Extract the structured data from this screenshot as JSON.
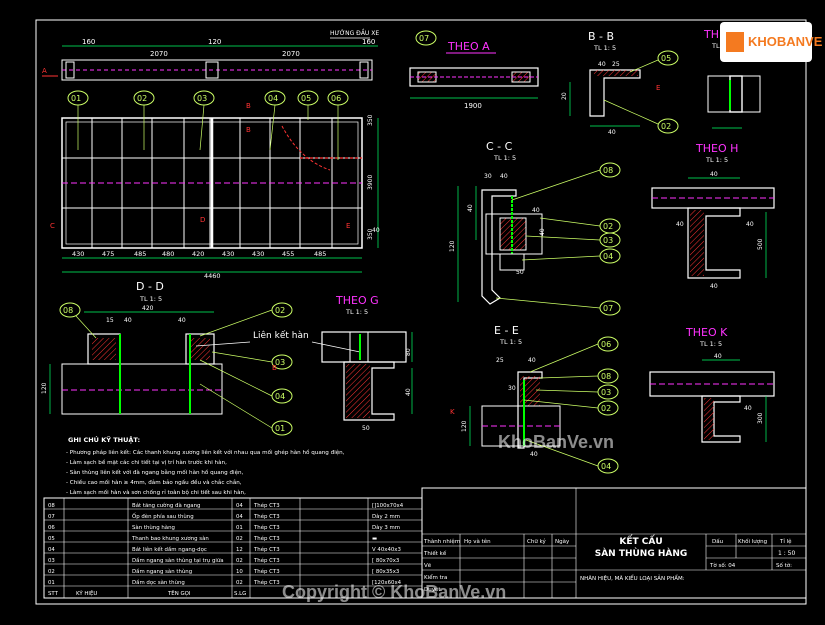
{
  "colors": {
    "bg": "#000000",
    "frame": "#ffffff",
    "beam": "#ffffff",
    "dim": "#00ff66",
    "bubble": "#ccff66",
    "hatch": "#ff3333",
    "magenta": "#ff33ff",
    "yellow": "#ffff00",
    "weld": "#00ff00"
  },
  "views": {
    "theo_a": {
      "title": "THEO A",
      "bubble": "07",
      "dim": "1900"
    },
    "b_b": {
      "title": "B - B",
      "scale": "TL 1: 5",
      "labels": [
        "05",
        "02"
      ],
      "dims": [
        "40",
        "25",
        "20",
        "40"
      ]
    },
    "theo_e": {
      "title": "THEO E",
      "scale": "TL 1: 5"
    },
    "c_c": {
      "title": "C - C",
      "scale": "TL 1: 5",
      "labels": [
        "08",
        "02",
        "03",
        "04",
        "07"
      ],
      "dims": [
        "30",
        "120",
        "40",
        "40",
        "50",
        "40",
        "40"
      ]
    },
    "theo_h": {
      "title": "THEO H",
      "scale": "TL 1: 5",
      "dims": [
        "40",
        "40",
        "40",
        "40",
        "500"
      ]
    },
    "d_d": {
      "title": "D - D",
      "scale": "TL 1: 5",
      "labels": [
        "08",
        "02",
        "03",
        "04",
        "01"
      ],
      "dims": [
        "420",
        "15",
        "40",
        "40",
        "120"
      ]
    },
    "theo_g": {
      "title": "THEO G",
      "scale": "TL 1: 5",
      "dims": [
        "80",
        "40",
        "50"
      ]
    },
    "e_e": {
      "title": "E - E",
      "scale": "TL 1: 5",
      "labels": [
        "06",
        "08",
        "03",
        "02",
        "04"
      ],
      "dims": [
        "25",
        "40",
        "30",
        "120",
        "40"
      ]
    },
    "theo_k": {
      "title": "THEO K",
      "scale": "TL 1: 5",
      "dims": [
        "40",
        "40",
        "300"
      ]
    }
  },
  "plan": {
    "top_dims": [
      "160",
      "2070",
      "120",
      "2070",
      "160"
    ],
    "direction": "HƯỚNG ĐẦU XE",
    "bubbles": [
      "01",
      "02",
      "03",
      "04",
      "05",
      "06"
    ],
    "bottom_dims": [
      "430",
      "475",
      "485",
      "480",
      "420",
      "430",
      "430",
      "455",
      "485"
    ],
    "total": "4460",
    "right_dims": [
      "350",
      "3900",
      "350",
      "40"
    ],
    "section_marks": [
      "A",
      "B",
      "B",
      "C",
      "D",
      "E"
    ]
  },
  "weld_label": "Liên kết hàn",
  "notes": {
    "title": "GHI CHÚ KỸ THUẬT:",
    "lines": [
      "- Phương pháp liên kết: Các thanh khung xương liên kết với nhau qua mối ghép hàn hồ quang điện,",
      "- Làm sạch bề mặt các chi tiết tại vị trí hàn trước khi hàn,",
      "- Sàn thùng liên kết với đà ngang bằng mối hàn hồ quang điện,",
      "- Chiều cao mối hàn ≥ 4mm, đảm bảo ngấu đều và chắc chắn,",
      "- Làm sạch mối hàn và sơn chống rỉ toàn bộ chi tiết sau khi hàn,"
    ]
  },
  "parts_table": {
    "header": [
      "STT",
      "KÝ HIỆU",
      "TÊN GỌI",
      "S.LG",
      "",
      "",
      ""
    ],
    "rows": [
      [
        "08",
        "",
        "Bát tăng cường đà ngang",
        "04",
        "Thép CT3",
        "",
        "[]100x70x4"
      ],
      [
        "07",
        "",
        "Ốp đèn phía sau thùng",
        "04",
        "Thép CT3",
        "",
        "Dày 2 mm"
      ],
      [
        "06",
        "",
        "Sàn thùng hàng",
        "01",
        "Thép CT3",
        "",
        "Dày 3 mm"
      ],
      [
        "05",
        "",
        "Thanh bao khung xương sàn",
        "02",
        "Thép CT3",
        "",
        "▬"
      ],
      [
        "04",
        "",
        "Bát liên kết dầm ngang-dọc",
        "12",
        "Thép CT3",
        "",
        "V 40x40x3"
      ],
      [
        "03",
        "",
        "Dầm ngang sàn thùng tại trụ giữa",
        "02",
        "Thép CT3",
        "",
        "[ 80x70x3"
      ],
      [
        "02",
        "",
        "Dầm ngang sàn thùng",
        "10",
        "Thép CT3",
        "",
        "[ 80x35x3"
      ],
      [
        "01",
        "",
        "Dầm dọc sàn thùng",
        "02",
        "Thép CT3",
        "",
        "[120x60x4"
      ]
    ]
  },
  "title_block": {
    "roles": [
      "Thành nhiệm",
      "Thiết kế",
      "Vẽ",
      "Kiểm tra",
      "Duyệt"
    ],
    "cols": [
      "Họ và tên",
      "Chữ ký",
      "Ngày"
    ],
    "title_line1": "KẾT CẤU",
    "title_line2": "SÀN THÙNG HÀNG",
    "mass_label": "Dấu",
    "mass2": "Khối lượng",
    "ratio_label": "Tỉ lệ",
    "ratio": "1 : 50",
    "sheet": "Tờ số: 04",
    "sheets": "Số tờ:",
    "product": "NHÃN HIỆU, MÃ KIỂU LOẠI SẢN PHẨM:"
  },
  "watermarks": {
    "logo": "KHOBANVE",
    "mid": "KhoBanVe.vn",
    "bottom": "Copyright © KhoBanVe.vn"
  }
}
